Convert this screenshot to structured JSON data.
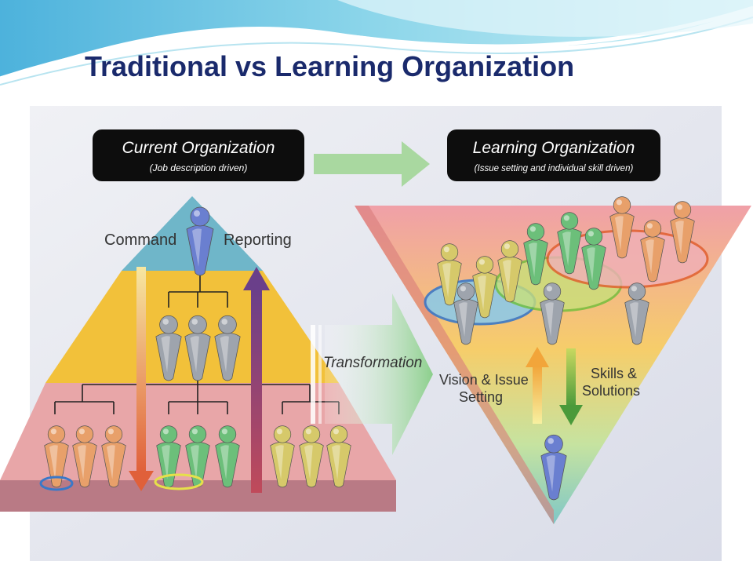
{
  "slide": {
    "title": "Traditional vs Learning Organization"
  },
  "diagram": {
    "current_box": {
      "title": "Current Organization",
      "subtitle": "(Job description driven)"
    },
    "learning_box": {
      "title": "Learning Organization",
      "subtitle": "(Issue setting and individual skill driven)"
    },
    "label_command": "Command",
    "label_reporting": "Reporting",
    "label_transformation": "Transformation",
    "label_vision_1": "Vision & Issue",
    "label_vision_2": "Setting",
    "label_skills_1": "Skills &",
    "label_skills_2": "Solutions"
  },
  "colors": {
    "title": "#1a2a6c",
    "panel_bg": "#e6e9f0",
    "box_black": "#0d0d0d",
    "pyramid_top": "#6fb6c9",
    "pyramid_mid": "#f2c13a",
    "pyramid_base": "#e8a6a8",
    "arrow_green": "#a9d8a0",
    "command_arrow": "#e0603a",
    "reporting_arrow": "#8a3b6a",
    "person_blue": "#6a7fd0",
    "person_gray": "#9ea4ad",
    "person_orange": "#e8a06a",
    "person_green": "#6cbf7a",
    "person_yellow": "#d6c96a"
  }
}
